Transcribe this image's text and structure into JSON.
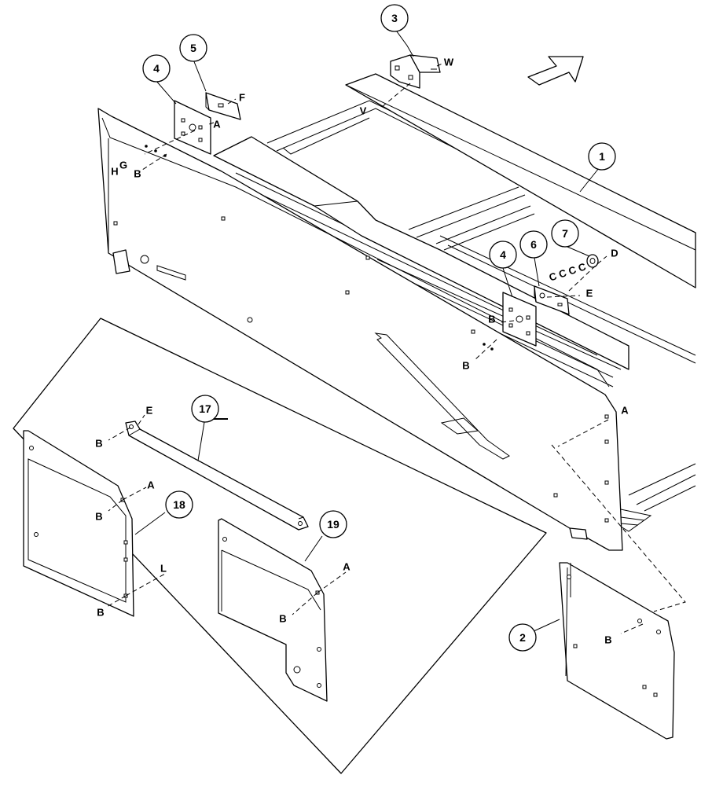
{
  "diagram": {
    "callouts": {
      "c1": "1",
      "c2": "2",
      "c3": "3",
      "c4a": "4",
      "c4b": "4",
      "c5": "5",
      "c6": "6",
      "c7": "7",
      "c17": "17",
      "c18": "18",
      "c19": "19"
    },
    "letters": {
      "w": "W",
      "v": "V",
      "f": "F",
      "a_plate4": "A",
      "h": "H",
      "g": "G",
      "b_side": "B",
      "d": "D",
      "c_seq": "C C C C",
      "e_plate6": "E",
      "b_plate4": "B",
      "b_lower": "B",
      "a_right": "A",
      "b_part2": "B",
      "e_part17": "E",
      "b_part17": "B",
      "a_part18": "A",
      "b_part18_top": "B",
      "l_part18": "L",
      "b_part18_bot": "B",
      "a_part19": "A",
      "b_part19": "B"
    }
  }
}
